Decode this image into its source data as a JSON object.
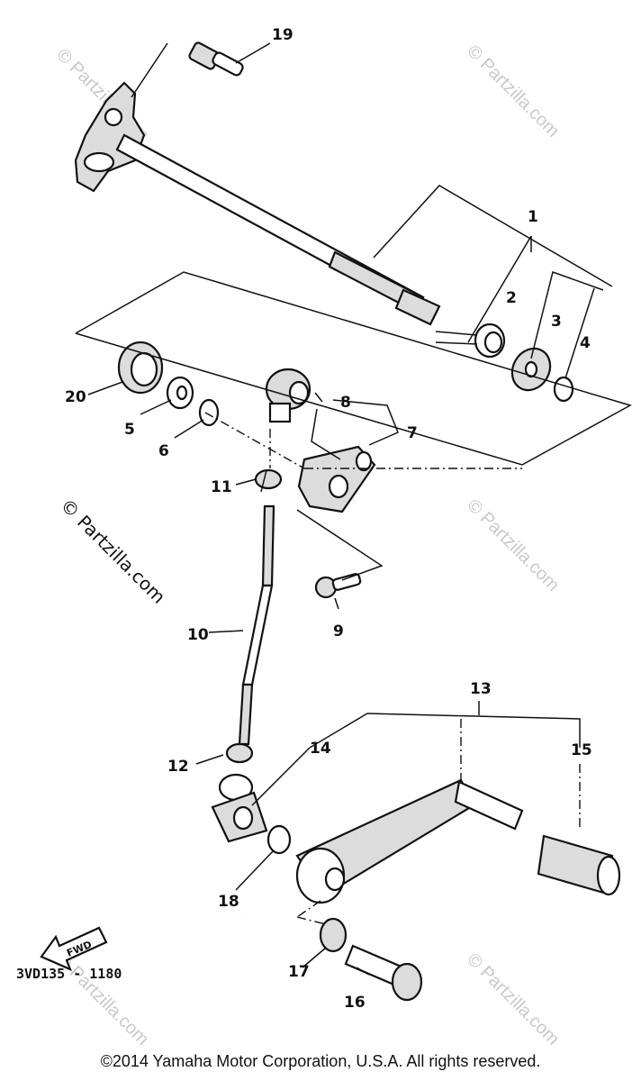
{
  "callouts": {
    "c1": "1",
    "c2": "2",
    "c3": "3",
    "c4": "4",
    "c5": "5",
    "c6": "6",
    "c7": "7",
    "c8": "8",
    "c9": "9",
    "c10": "10",
    "c11": "11",
    "c12": "12",
    "c13": "13",
    "c14": "14",
    "c15": "15",
    "c16": "16",
    "c17": "17",
    "c18": "18",
    "c19": "19",
    "c20": "20"
  },
  "watermark": "© Partzilla.com",
  "direction_label": "FWD",
  "diagram_code": "3VD135 - 1180",
  "copyright": "©2014  Yamaha Motor Corporation, U.S.A. All rights reserved."
}
